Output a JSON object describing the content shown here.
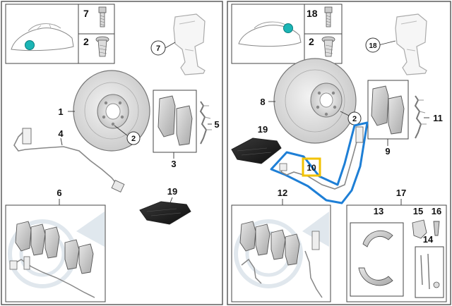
{
  "left_panel": {
    "bolt_keys": [
      {
        "num": "7",
        "icon": "caliper-bolt-icon"
      },
      {
        "num": "2",
        "icon": "disc-screw-icon"
      }
    ],
    "callouts": {
      "caliper": "7",
      "disc": "1",
      "disc_screw": "2",
      "sensor": "4",
      "pads": "3",
      "clip": "5",
      "repair_kit": "6",
      "grease": "19"
    }
  },
  "right_panel": {
    "bolt_keys": [
      {
        "num": "18",
        "icon": "caliper-bolt-icon"
      },
      {
        "num": "2",
        "icon": "disc-screw-icon"
      }
    ],
    "callouts": {
      "caliper": "18",
      "disc": "8",
      "disc_screw": "2",
      "sensor": "10",
      "pads": "9",
      "clip": "11",
      "grease": "19",
      "repair_kit": "12",
      "parking_brake_kit": "17",
      "shoes": "13",
      "adjuster": "15",
      "spring_pin": "16",
      "hardware": "14"
    }
  },
  "colors": {
    "frame": "#444444",
    "part_line": "#555555",
    "disc_fill": "#d9d9d9",
    "vehicle_marker": "#1bb5b5",
    "highlight_outline": "#1e7fd6",
    "selected_box": "#f2c200",
    "watermark": "#dde5ec"
  }
}
